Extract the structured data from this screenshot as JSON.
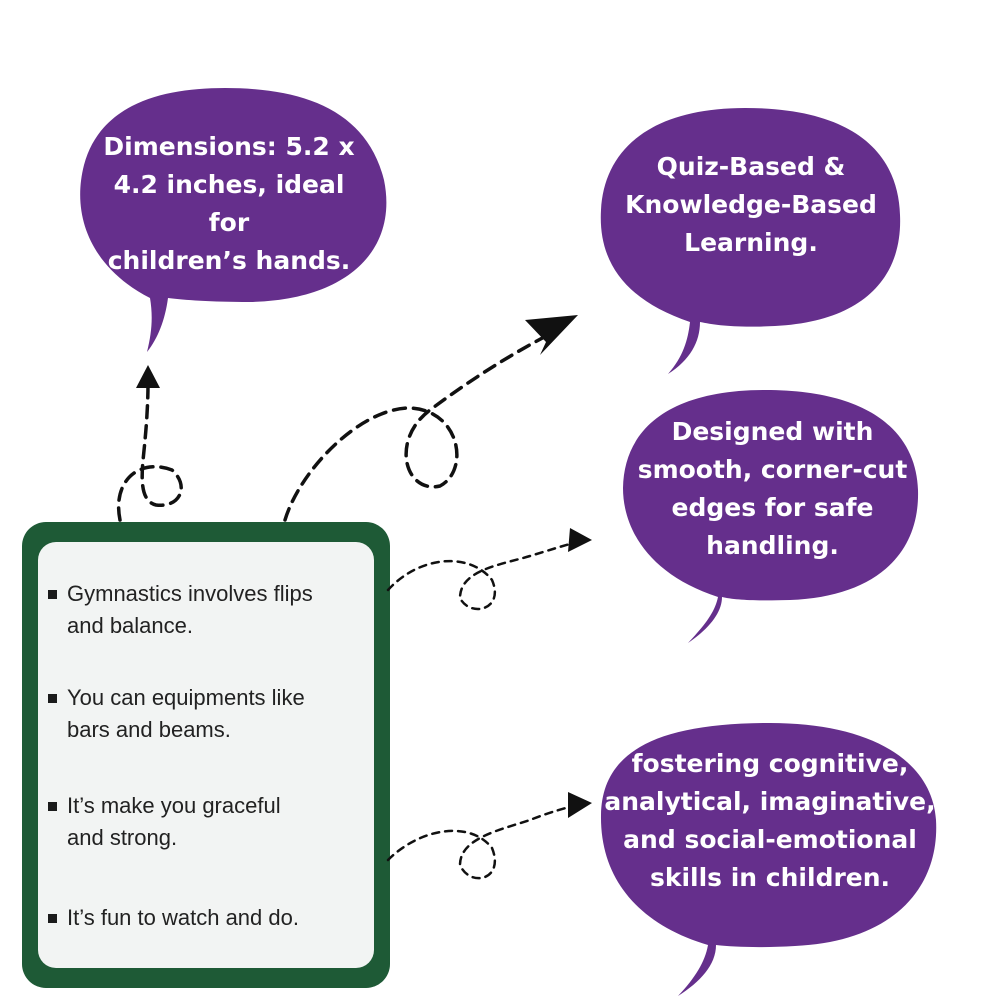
{
  "bubbles": {
    "dimensions": "Dimensions: 5.2 x\n4.2 inches, ideal for\nchildren’s hands.",
    "quiz": "Quiz-Based &\nKnowledge-Based\nLearning.",
    "edges": "Designed with\nsmooth, corner-cut\nedges for safe\nhandling.",
    "skills": "fostering cognitive,\nanalytical, imaginative,\nand social-emotional\nskills in children."
  },
  "card": {
    "items": [
      "Gymnastics involves flips\nand balance.",
      "You can equipments like\nbars and beams.",
      "It’s make you graceful\nand strong.",
      "It’s fun to watch and do."
    ]
  },
  "colors": {
    "bubble": "#652F8C",
    "card_border": "#1E5A36",
    "card_face": "#F2F4F3"
  }
}
